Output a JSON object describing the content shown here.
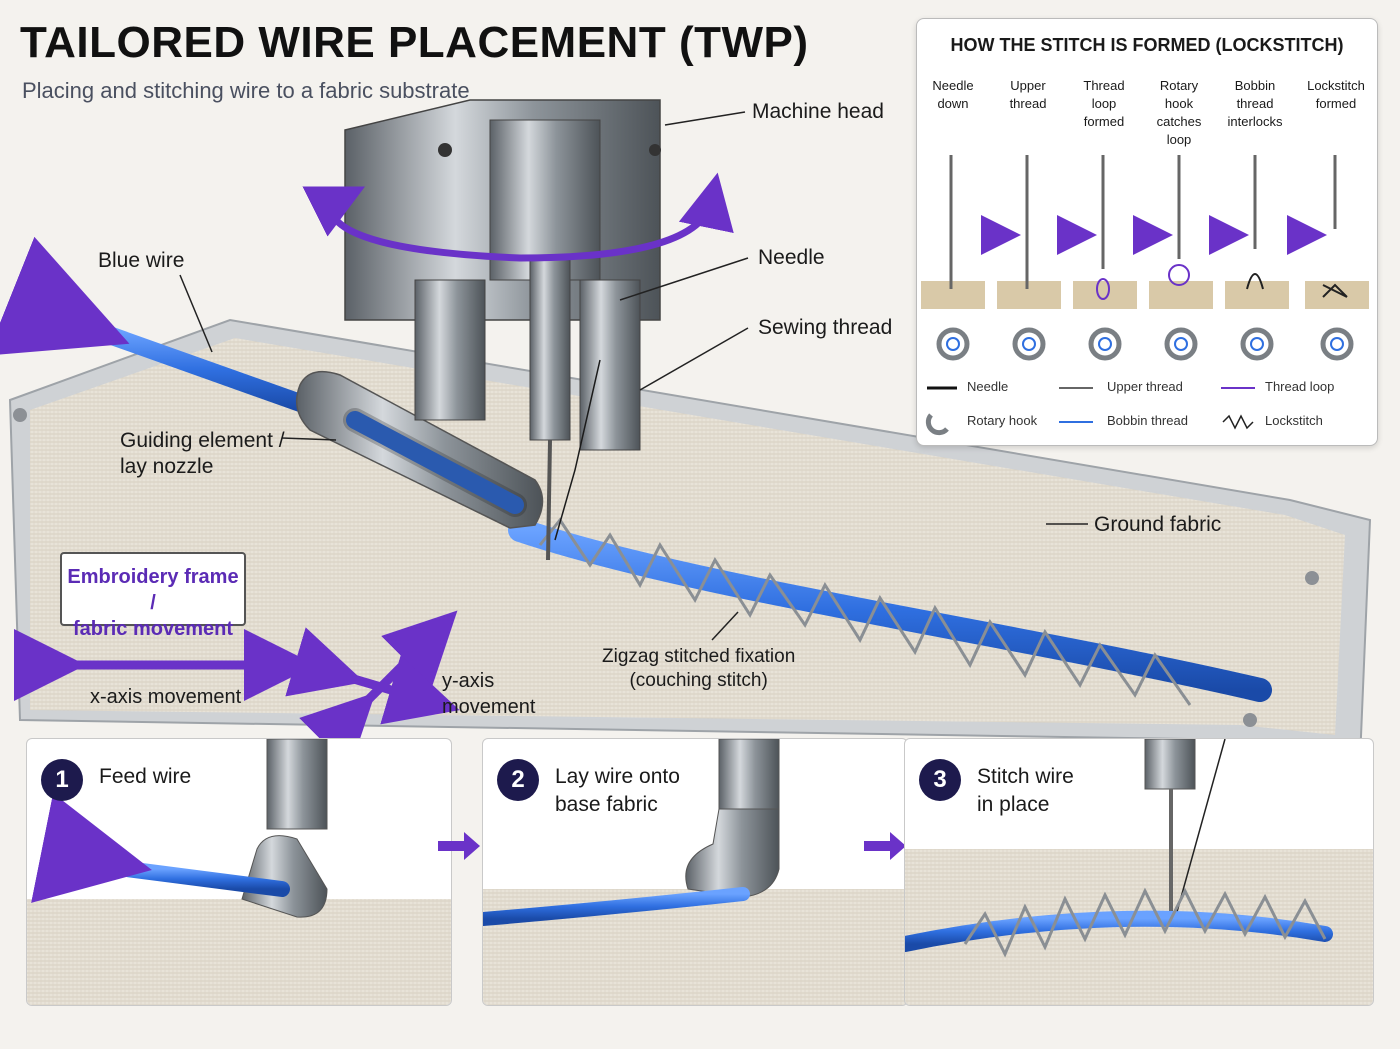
{
  "header": {
    "title": "TAILORED WIRE PLACEMENT (TWP)",
    "subtitle": "Placing and stitching wire to a fabric substrate"
  },
  "labels": {
    "machine_head": "Machine head",
    "needle": "Needle",
    "sewing_thread": "Sewing thread",
    "blue_wire": "Blue wire",
    "guiding_element": "Guiding element /\nlay nozzle",
    "ground_fabric": "Ground fabric",
    "zigzag": "Zigzag stitched fixation\n(couching stitch)",
    "frame_box": "Embroidery frame /\nfabric movement",
    "x_axis": "x-axis movement",
    "y_axis": "y-axis\nmovement"
  },
  "inset": {
    "title": "HOW THE STITCH IS FORMED (LOCKSTITCH)",
    "steps": [
      {
        "label": "Needle\ndown"
      },
      {
        "label": "Upper\nthread"
      },
      {
        "label": "Thread\nloop\nformed"
      },
      {
        "label": "Rotary\nhook\ncatches\nloop"
      },
      {
        "label": "Bobbin\nthread\ninterlocks"
      },
      {
        "label": "Lockstitch\nformed"
      }
    ],
    "legend": [
      {
        "name": "needle-legend",
        "label": "Needle"
      },
      {
        "name": "upper-thread-legend",
        "label": "Upper thread"
      },
      {
        "name": "thread-loop-legend",
        "label": "Thread loop"
      },
      {
        "name": "rotary-hook-legend",
        "label": "Rotary hook"
      },
      {
        "name": "bobbin-thread-legend",
        "label": "Bobbin thread"
      },
      {
        "name": "lockstitch-legend",
        "label": "Lockstitch"
      }
    ]
  },
  "panels": [
    {
      "num": "1",
      "text": "Feed wire"
    },
    {
      "num": "2",
      "text": "Lay wire onto\nbase fabric"
    },
    {
      "num": "3",
      "text": "Stitch wire\nin place"
    }
  ],
  "colors": {
    "wire": "#2f6fe0",
    "accent": "#6a32c8",
    "metal": "#9aa0a6",
    "fabric": "#e9e4da",
    "badge": "#1d1a4d"
  }
}
